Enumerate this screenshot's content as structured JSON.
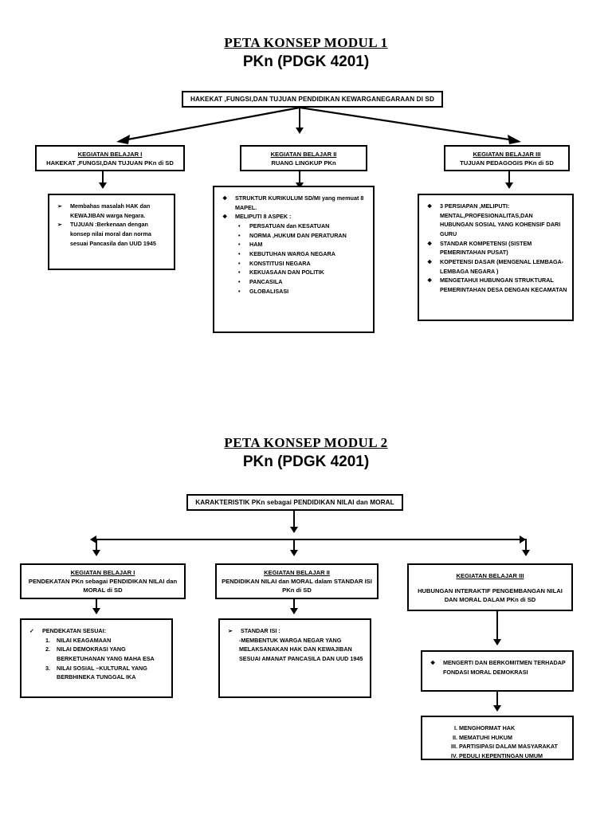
{
  "module1": {
    "title_line1": "PETA KONSEP MODUL 1",
    "title_line2": "PKn (PDGK 4201)",
    "root": "HAKEKAT ,FUNGSI,DAN TUJUAN PENDIDIKAN  KEWARGANEGARAAN DI SD",
    "branches": [
      {
        "kb_title": "KEGIATAN BELAJAR I",
        "kb_subtitle": "HAKEKAT ,FUNGSI,DAN TUJUAN PKn di SD",
        "items": [
          {
            "glyph": "➢",
            "text": "Membahas masalah HAK dan KEWAJIBAN warga Negara."
          },
          {
            "glyph": "➢",
            "text": "TUJUAN :Berkenaan dengan konsep nilai moral dan norma sesuai Pancasila dan UUD 1945"
          }
        ]
      },
      {
        "kb_title": "KEGIATAN BELAJAR II",
        "kb_subtitle": "RUANG LINGKUP  PKn",
        "items": [
          {
            "glyph": "❖",
            "text": "STRUKTUR KURIKULUM SD/MI yang memuat 8 MAPEL."
          },
          {
            "glyph": "❖",
            "text": "MELIPUTI 8 ASPEK :"
          }
        ],
        "subitems": [
          "PERSATUAN dan KESATUAN",
          "NORMA ,HUKUM DAN PERATURAN",
          "HAM",
          "KEBUTUHAN WARGA NEGARA",
          "KONSTITUSI  NEGARA",
          "KEKUASAAN DAN POLITIK",
          "PANCASILA",
          "GLOBALISASI"
        ],
        "subitem_glyph": "•"
      },
      {
        "kb_title": "KEGIATAN BELAJAR III",
        "kb_subtitle": "TUJUAN PEDAGOGIS PKn di SD",
        "items": [
          {
            "glyph": "❖",
            "text": "3 PERSIAPAN ,MELIPUTI: MENTAL,PROFESIONALITAS,DAN HUBUNGAN SOSIAL  YANG KOHENSIF DARI GURU"
          },
          {
            "glyph": "❖",
            "text": "STANDAR KOMPETENSI (SISTEM PEMERINTAHAN PUSAT)"
          },
          {
            "glyph": "❖",
            "text": "KOPETENSI DASAR (MENGENAL LEMBAGA-LEMBAGA NEGARA )"
          },
          {
            "glyph": "❖",
            "text": "MENGETAHUI HUBUNGAN STRUKTURAL PEMERINTAHAN DESA DENGAN KECAMATAN"
          }
        ]
      }
    ]
  },
  "module2": {
    "title_line1": "PETA KONSEP MODUL 2",
    "title_line2": "PKn (PDGK 4201)",
    "root": "KARAKTERISTIK PKn sebagai PENDIDIKAN NILAI dan MORAL",
    "branches": [
      {
        "kb_title": "KEGIATAN BELAJAR I",
        "kb_subtitle": "PENDEKATAN  PKn sebagai PENDIDIKAN NILAI dan MORAL di SD",
        "items": [
          {
            "glyph": "✓",
            "text": "PENDEKATAN SESUAI:"
          }
        ],
        "numbered": [
          "NILAI KEAGAMAAN",
          "NILAI DEMOKRASI YANG BERKETUHANAN YANG MAHA ESA",
          "NILAI SOSIAL –KULTURAL YANG BERBHINEKA TUNGGAL IKA"
        ]
      },
      {
        "kb_title": "KEGIATAN BELAJAR II",
        "kb_subtitle": "PENDIDIKAN NILAI dan MORAL dalam STANDAR ISI PKn  di SD",
        "items": [
          {
            "glyph": "➢",
            "text": "STANDAR  ISI :"
          },
          {
            "glyph": "",
            "text": "-MEMBENTUK WARGA NEGAR YANG MELAKSANAKAN HAK DAN KEWAJIBAN SESUAI AMANAT PANCASILA DAN UUD 1945"
          }
        ]
      },
      {
        "kb_title": "KEGIATAN BELAJAR III",
        "kb_subtitle": "HUBUNGAN INTERAKTIF  PENGEMBANGAN NILAI DAN MORAL DALAM PKn di SD",
        "items": [
          {
            "glyph": "❖",
            "text": "MENGERTI DAN BERKOMITMEN TERHADAP FONDASI MORAL DEMOKRASI"
          }
        ],
        "roman": [
          {
            "num": "I.",
            "text": "MENGHORMAT HAK"
          },
          {
            "num": "II.",
            "text": "MEMATUHI HUKUM"
          },
          {
            "num": "III.",
            "text": "PARTISIPASI DALAM MASYARAKAT"
          },
          {
            "num": "IV.",
            "text": "PEDULI KEPENTINGAN UMUM"
          }
        ]
      }
    ]
  }
}
